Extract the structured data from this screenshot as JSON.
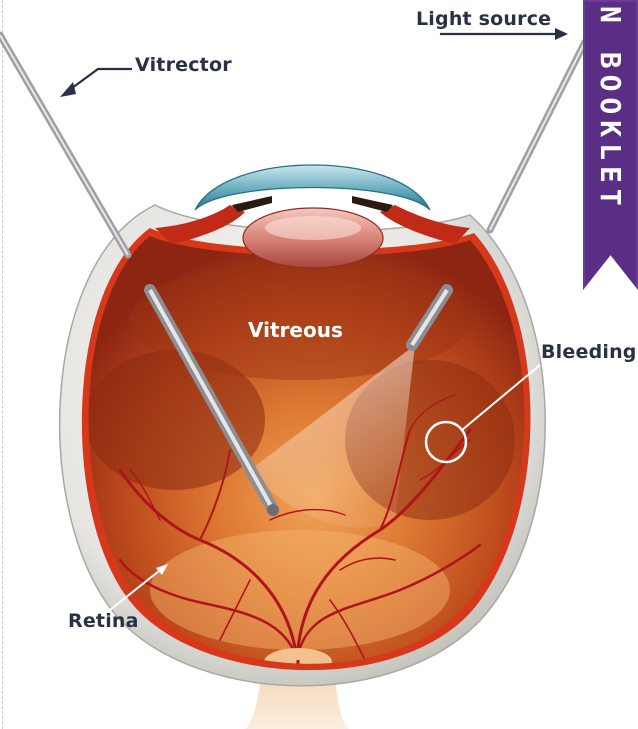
{
  "labels": {
    "light_source": "Light source",
    "vitrector": "Vitrector",
    "vitreous": "Vitreous",
    "bleeding": "Bleeding",
    "retina": "Retina"
  },
  "tab": {
    "text": "N BOOKLET"
  },
  "colors": {
    "label_text": "#2b3145",
    "tab_purple": "#5b2e86",
    "sclera": "#e9e8e4",
    "choroid_red": "#d6381b",
    "vitreous_orange": "#c8581f",
    "vessel": "#b0141b",
    "cornea_teal": "#5fa8b8"
  }
}
